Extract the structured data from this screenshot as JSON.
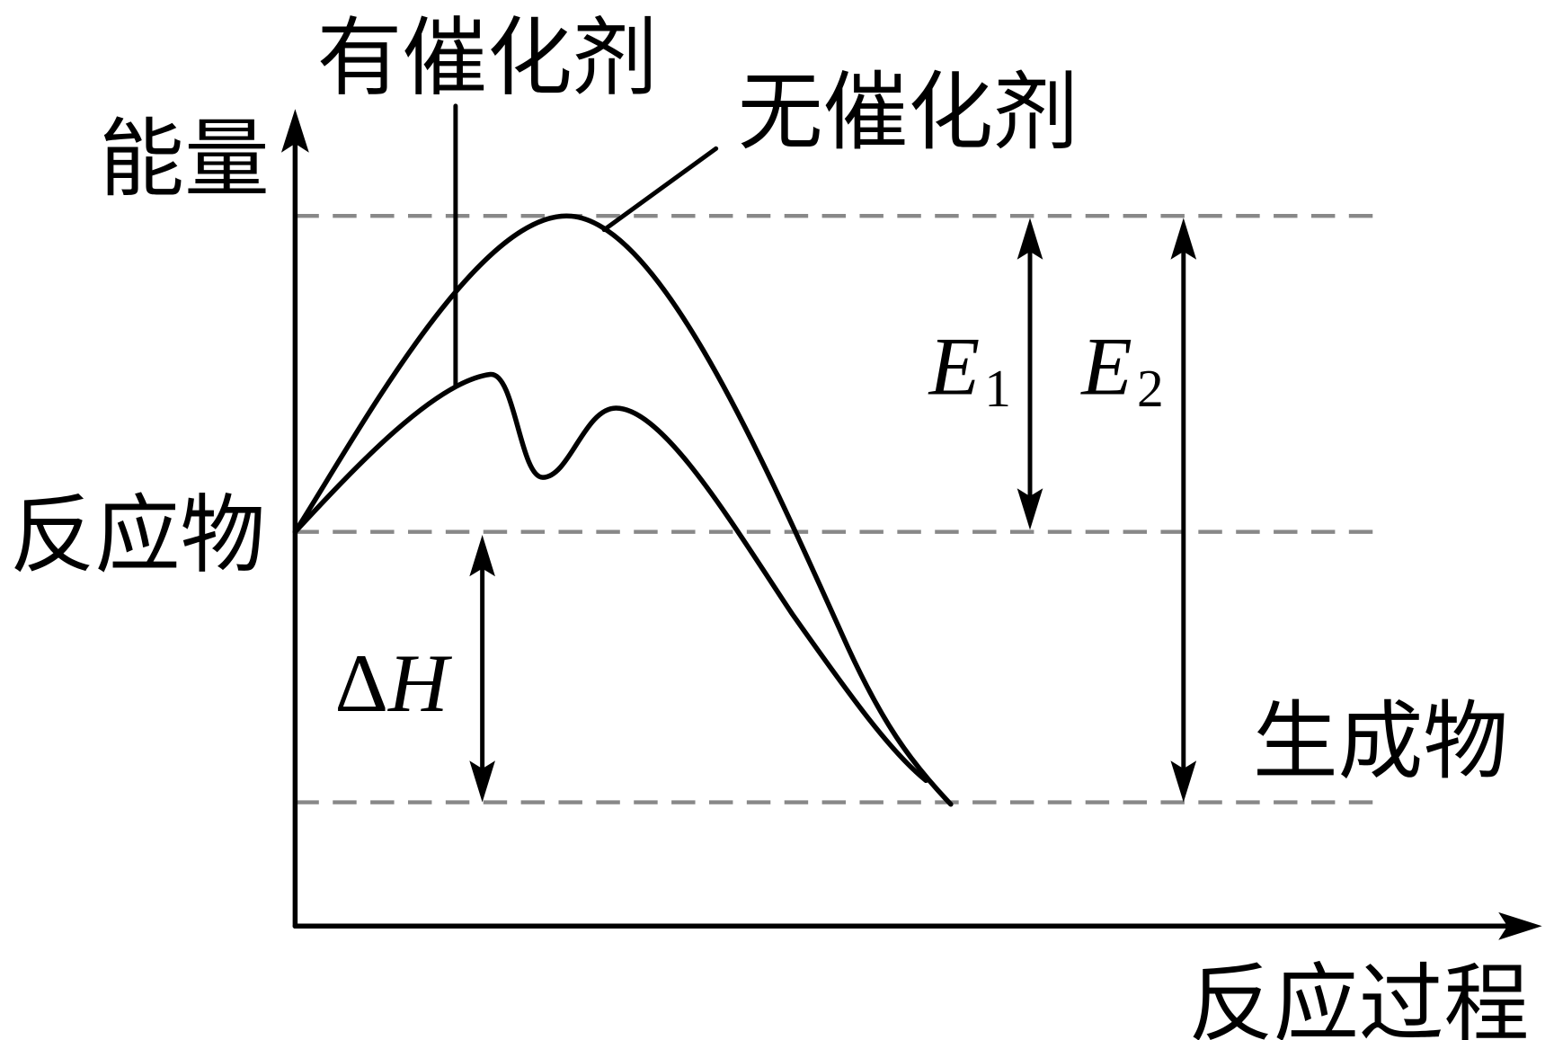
{
  "labels": {
    "y_axis": "能量",
    "x_axis": "反应过程",
    "reactants": "反应物",
    "products": "生成物",
    "with_catalyst": "有催化剂",
    "without_catalyst": "无催化剂"
  },
  "annotations": {
    "e1": {
      "symbol": "E",
      "subscript": "1"
    },
    "e2": {
      "symbol": "E",
      "subscript": "2"
    },
    "delta_h": {
      "prefix": "Δ",
      "symbol": "H"
    }
  },
  "colors": {
    "line": "#000000",
    "dashed": "#888888",
    "background": "#ffffff"
  }
}
